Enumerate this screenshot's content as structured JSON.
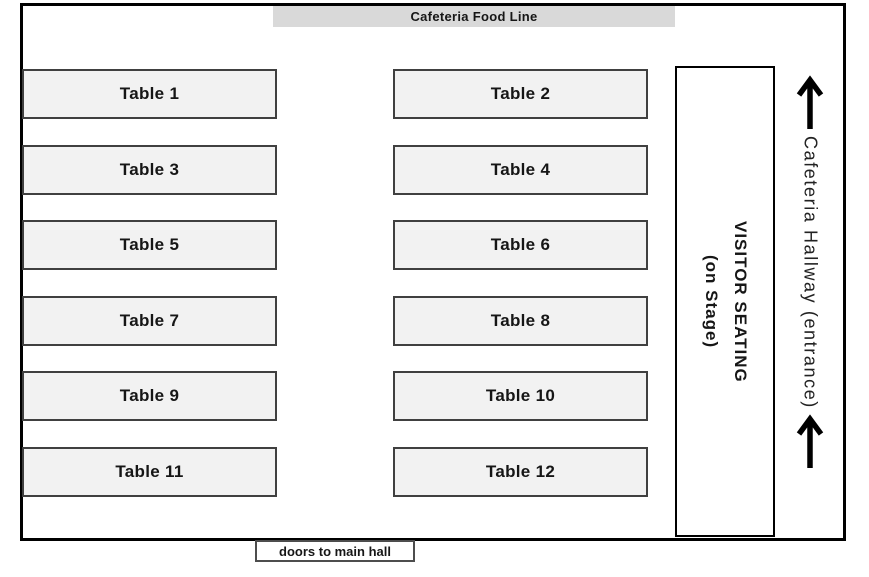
{
  "food_line": {
    "label": "Cafeteria Food Line"
  },
  "tables": {
    "left_column": [
      "Table 1",
      "Table 3",
      "Table 5",
      "Table 7",
      "Table 9",
      "Table 11"
    ],
    "right_column": [
      "Table 2",
      "Table 4",
      "Table 6",
      "Table 8",
      "Table 10",
      "Table 12"
    ]
  },
  "stage": {
    "line1": "VISITOR SEATING",
    "line2": "(on Stage)"
  },
  "hallway": {
    "label": "Cafeteria Hallway (entrance)",
    "direction": "up"
  },
  "doors": {
    "label": "doors to main hall"
  },
  "colors": {
    "outline": "#000000",
    "table_fill": "#f2f2f2",
    "table_border": "#404040",
    "food_line_bar": "#d9d9d9",
    "text": "#161616"
  }
}
